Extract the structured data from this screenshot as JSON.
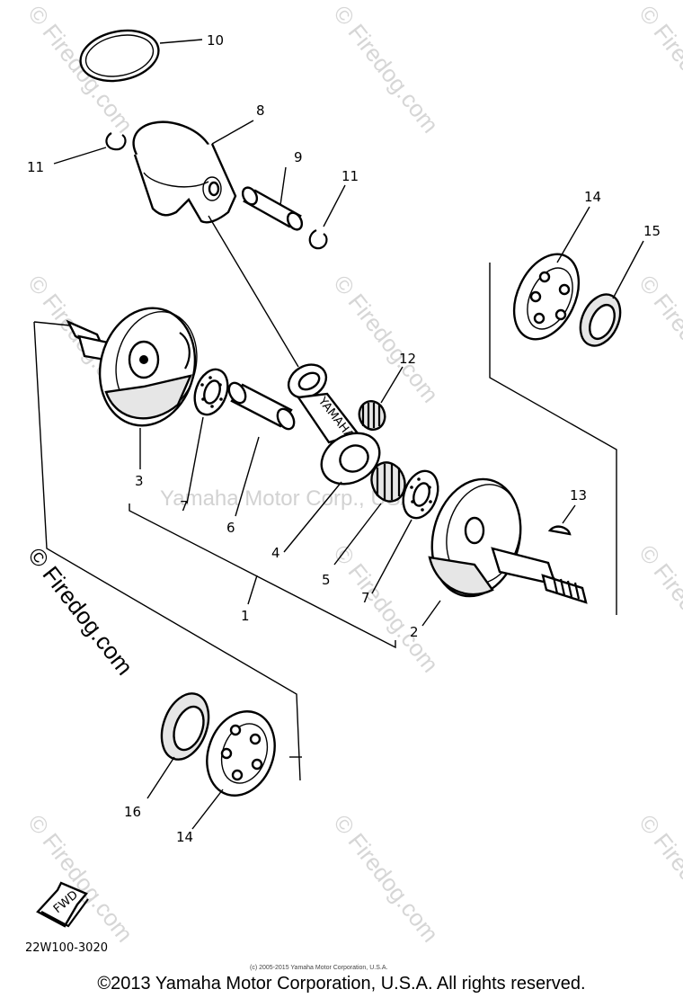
{
  "callouts": {
    "c1": "1",
    "c2": "2",
    "c3": "3",
    "c4": "4",
    "c5": "5",
    "c6": "6",
    "c7a": "7",
    "c7b": "7",
    "c8": "8",
    "c9": "9",
    "c10": "10",
    "c11a": "11",
    "c11b": "11",
    "c12": "12",
    "c13": "13",
    "c14a": "14",
    "c14b": "14",
    "c15": "15",
    "c16": "16"
  },
  "rod_marking": "YAMAHA",
  "fwd_label": "FWD",
  "diagram_code": "22W100-3020",
  "center_watermark": "Yamaha Motor Corp., USA",
  "watermark_text": "© Firedog.com",
  "small_copyright": "(c) 2005-2015 Yamaha Motor Corporation, U.S.A.",
  "footer_copyright": "©2013 Yamaha Motor Corporation, U.S.A. All rights reserved."
}
